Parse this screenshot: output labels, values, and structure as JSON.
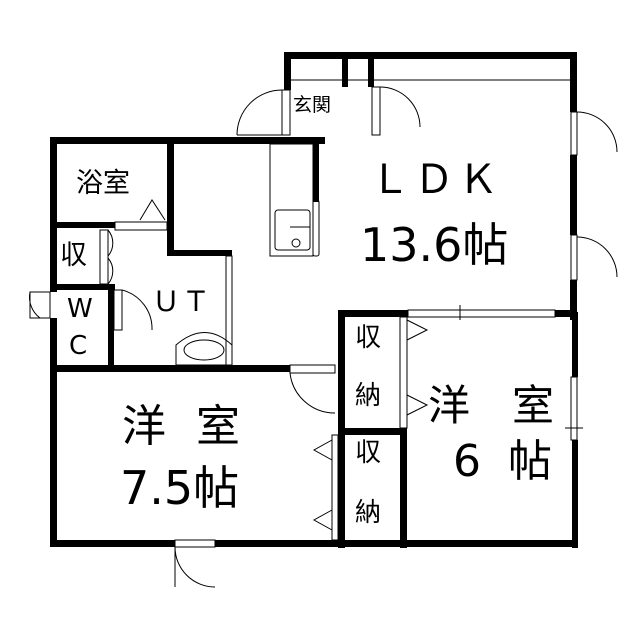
{
  "rooms": {
    "entrance": "玄関",
    "ldk_name": "ＬＤＫ",
    "ldk_size": "13.6帖",
    "bath": "浴室",
    "storage_small": "収",
    "wc_w": "W",
    "wc_c": "C",
    "utility": "ＵＴ",
    "western1_name": "洋 室",
    "western1_size": "7.5帖",
    "closet1_a": "収",
    "closet1_b": "納",
    "closet2_a": "収",
    "closet2_b": "納",
    "western2_name": "洋　室",
    "western2_num": "6",
    "western2_unit": "帖"
  },
  "colors": {
    "wall": "#000000",
    "background": "#ffffff"
  }
}
